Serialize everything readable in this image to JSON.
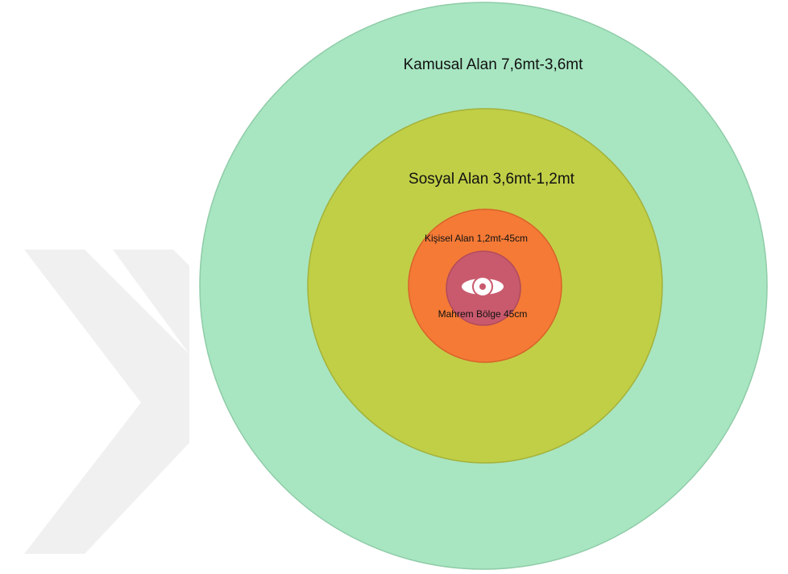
{
  "diagram": {
    "zones": [
      {
        "id": "kamusal",
        "label": "Kamusal Alan 7,6mt-3,6mt",
        "color": "#a8e6c2",
        "stroke": "#8fcca8"
      },
      {
        "id": "sosyal",
        "label": "Sosyal Alan 3,6mt-1,2mt",
        "color": "#c1cf46",
        "stroke": "#a3b13a"
      },
      {
        "id": "kisisel",
        "label": "Kişisel Alan 1,2mt-45cm",
        "color": "#f47a36",
        "stroke": "#d9622a"
      },
      {
        "id": "mahrem",
        "label": "Mahrem Bölge 45cm",
        "color": "#c95a6d",
        "stroke": "#b04a5c"
      }
    ],
    "person_icon": "person-topdown-icon",
    "watermark_color": "#f0f0f0"
  }
}
